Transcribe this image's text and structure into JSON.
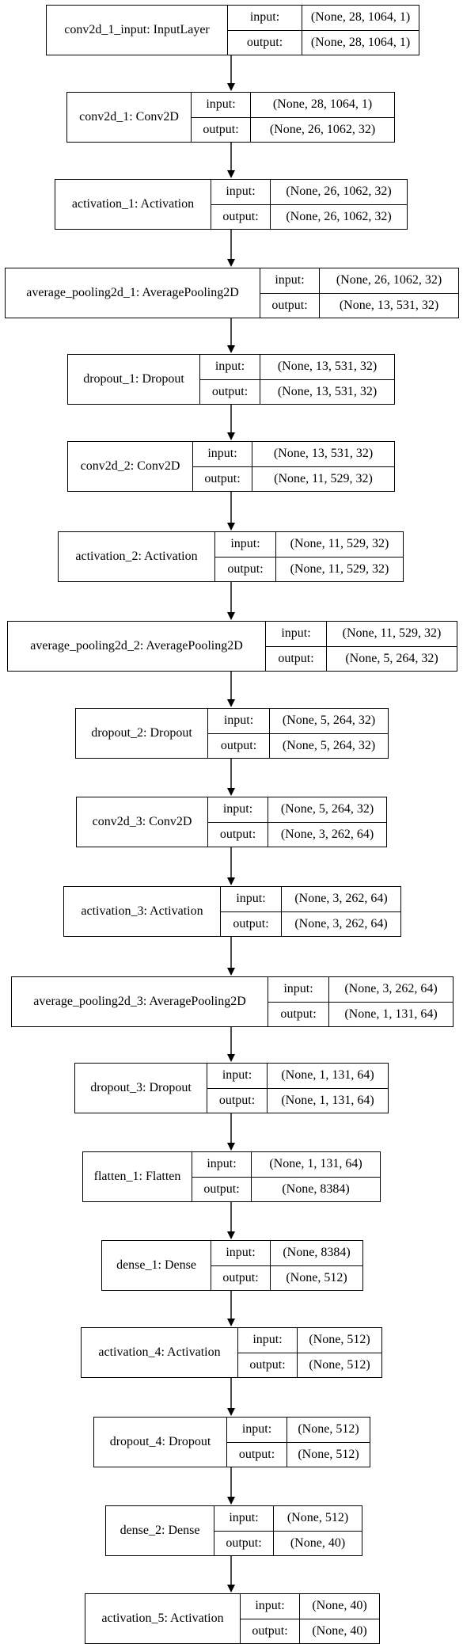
{
  "layers": [
    {
      "name": "conv2d_1_input: InputLayer",
      "input_label": "input:",
      "output_label": "output:",
      "input": "(None, 28, 1064, 1)",
      "output": "(None, 28, 1064, 1)"
    },
    {
      "name": "conv2d_1: Conv2D",
      "input_label": "input:",
      "output_label": "output:",
      "input": "(None, 28, 1064, 1)",
      "output": "(None, 26, 1062, 32)"
    },
    {
      "name": "activation_1: Activation",
      "input_label": "input:",
      "output_label": "output:",
      "input": "(None, 26, 1062, 32)",
      "output": "(None, 26, 1062, 32)"
    },
    {
      "name": "average_pooling2d_1: AveragePooling2D",
      "input_label": "input:",
      "output_label": "output:",
      "input": "(None, 26, 1062, 32)",
      "output": "(None, 13, 531, 32)"
    },
    {
      "name": "dropout_1: Dropout",
      "input_label": "input:",
      "output_label": "output:",
      "input": "(None, 13, 531, 32)",
      "output": "(None, 13, 531, 32)"
    },
    {
      "name": "conv2d_2: Conv2D",
      "input_label": "input:",
      "output_label": "output:",
      "input": "(None, 13, 531, 32)",
      "output": "(None, 11, 529, 32)"
    },
    {
      "name": "activation_2: Activation",
      "input_label": "input:",
      "output_label": "output:",
      "input": "(None, 11, 529, 32)",
      "output": "(None, 11, 529, 32)"
    },
    {
      "name": "average_pooling2d_2: AveragePooling2D",
      "input_label": "input:",
      "output_label": "output:",
      "input": "(None, 11, 529, 32)",
      "output": "(None, 5, 264, 32)"
    },
    {
      "name": "dropout_2: Dropout",
      "input_label": "input:",
      "output_label": "output:",
      "input": "(None, 5, 264, 32)",
      "output": "(None, 5, 264, 32)"
    },
    {
      "name": "conv2d_3: Conv2D",
      "input_label": "input:",
      "output_label": "output:",
      "input": "(None, 5, 264, 32)",
      "output": "(None, 3, 262, 64)"
    },
    {
      "name": "activation_3: Activation",
      "input_label": "input:",
      "output_label": "output:",
      "input": "(None, 3, 262, 64)",
      "output": "(None, 3, 262, 64)"
    },
    {
      "name": "average_pooling2d_3: AveragePooling2D",
      "input_label": "input:",
      "output_label": "output:",
      "input": "(None, 3, 262, 64)",
      "output": "(None, 1, 131, 64)"
    },
    {
      "name": "dropout_3: Dropout",
      "input_label": "input:",
      "output_label": "output:",
      "input": "(None, 1, 131, 64)",
      "output": "(None, 1, 131, 64)"
    },
    {
      "name": "flatten_1: Flatten",
      "input_label": "input:",
      "output_label": "output:",
      "input": "(None, 1, 131, 64)",
      "output": "(None, 8384)"
    },
    {
      "name": "dense_1: Dense",
      "input_label": "input:",
      "output_label": "output:",
      "input": "(None, 8384)",
      "output": "(None, 512)"
    },
    {
      "name": "activation_4: Activation",
      "input_label": "input:",
      "output_label": "output:",
      "input": "(None, 512)",
      "output": "(None, 512)"
    },
    {
      "name": "dropout_4: Dropout",
      "input_label": "input:",
      "output_label": "output:",
      "input": "(None, 512)",
      "output": "(None, 512)"
    },
    {
      "name": "dense_2: Dense",
      "input_label": "input:",
      "output_label": "output:",
      "input": "(None, 512)",
      "output": "(None, 40)"
    },
    {
      "name": "activation_5: Activation",
      "input_label": "input:",
      "output_label": "output:",
      "input": "(None, 40)",
      "output": "(None, 40)"
    }
  ]
}
